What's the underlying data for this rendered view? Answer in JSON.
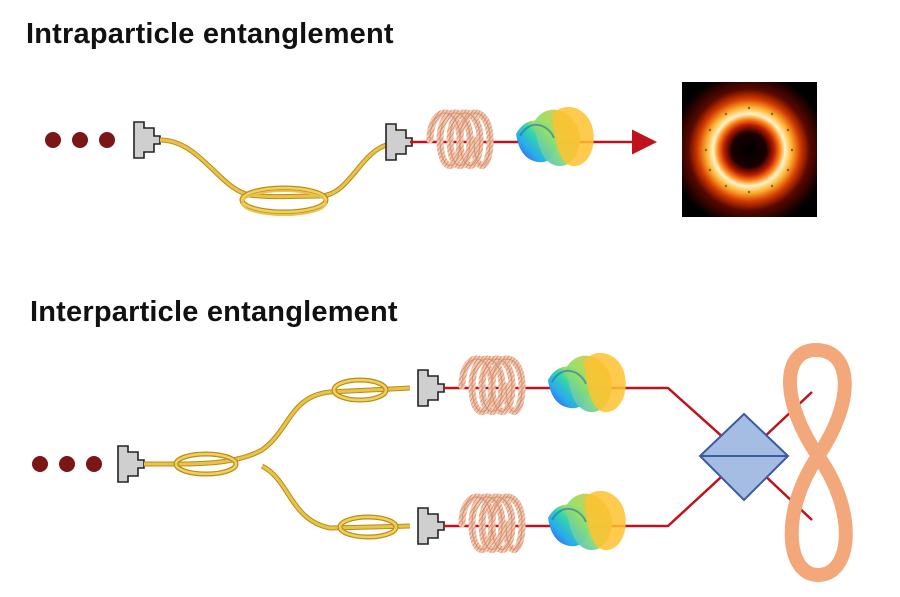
{
  "sections": {
    "intra": {
      "title": "Intraparticle entanglement"
    },
    "inter": {
      "title": "Interparticle entanglement"
    }
  },
  "colors": {
    "dots": "#7a1616",
    "fiber": "#e8c24a",
    "fiber_dark": "#b98d16",
    "connector": "#c8c8c8",
    "beam": "#c0121b",
    "helix": "#d9967a",
    "beamsplitter": "#9fb8e0",
    "figure_eight": "#f2a87a"
  },
  "icons": [
    "source-dots",
    "fiber-connector",
    "fiber-loop",
    "oam-helix",
    "helical-phase-front",
    "beam-arrow",
    "doughnut-intensity-profile",
    "beam-splitter",
    "lemniscate-symbol"
  ]
}
